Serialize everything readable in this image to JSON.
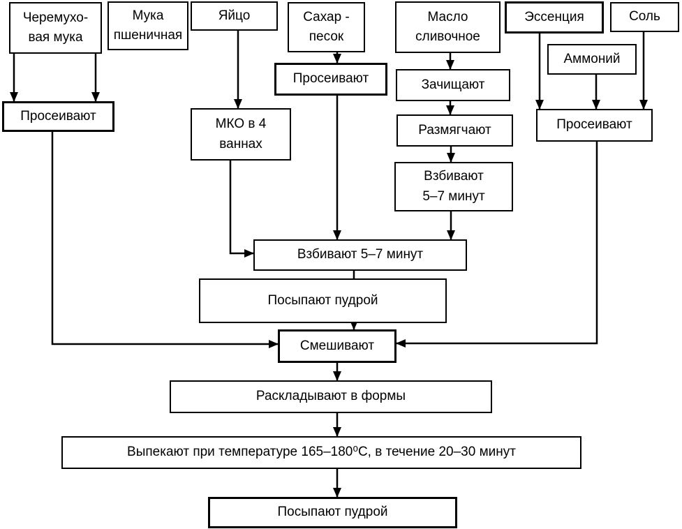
{
  "diagram": {
    "type": "flowchart",
    "background_color": "#ffffff",
    "line_color": "#000000",
    "text_color": "#000000",
    "nodes": {
      "cheremukha_flour": {
        "lines": [
          "Черемухо-",
          "вая мука"
        ]
      },
      "wheat_flour": {
        "lines": [
          "Мука",
          "пшеничная"
        ]
      },
      "egg": {
        "lines": [
          "Яйцо"
        ]
      },
      "sugar": {
        "lines": [
          "Сахар -",
          "песок"
        ]
      },
      "sugar_sift": {
        "lines": [
          "Просеивают"
        ]
      },
      "butter": {
        "lines": [
          "Масло",
          "сливочное"
        ]
      },
      "clean": {
        "lines": [
          "Зачищают"
        ]
      },
      "soften": {
        "lines": [
          "Размягчают"
        ]
      },
      "whip_butter": {
        "lines": [
          "Взбивают",
          "5–7 минут"
        ]
      },
      "essence": {
        "lines": [
          "Эссенция"
        ]
      },
      "salt": {
        "lines": [
          "Соль"
        ]
      },
      "ammonium": {
        "lines": [
          "Аммоний"
        ]
      },
      "dry_sift": {
        "lines": [
          "Просеивают"
        ]
      },
      "mko": {
        "lines": [
          "МКО в 4",
          "ваннах"
        ]
      },
      "flour_sift": {
        "lines": [
          "Просеивают"
        ]
      },
      "whip_main": {
        "lines": [
          "Взбивают 5–7 минут"
        ]
      },
      "powder_mid": {
        "lines": [
          "Посыпают пудрой"
        ]
      },
      "mix": {
        "lines": [
          "Смешивают"
        ]
      },
      "layout_forms": {
        "lines": [
          "Раскладывают в формы"
        ]
      },
      "bake": {
        "lines": [
          "Выпекают при температуре 165–180⁰С, в течение 20–30 минут"
        ]
      },
      "powder_final": {
        "lines": [
          "Посыпают пудрой"
        ]
      }
    },
    "edges": [
      {
        "from": "cheremukha_flour",
        "to": "flour_sift"
      },
      {
        "from": "cheremukha_flour",
        "to": "flour_sift"
      },
      {
        "from": "flour_sift",
        "to": "mix"
      },
      {
        "from": "egg",
        "to": "mko"
      },
      {
        "from": "mko",
        "to": "whip_main"
      },
      {
        "from": "sugar",
        "to": "sugar_sift"
      },
      {
        "from": "sugar_sift",
        "to": "whip_main"
      },
      {
        "from": "butter",
        "to": "clean"
      },
      {
        "from": "clean",
        "to": "soften"
      },
      {
        "from": "soften",
        "to": "whip_butter"
      },
      {
        "from": "whip_butter",
        "to": "whip_main"
      },
      {
        "from": "essence",
        "to": "dry_sift"
      },
      {
        "from": "ammonium",
        "to": "dry_sift"
      },
      {
        "from": "salt",
        "to": "dry_sift"
      },
      {
        "from": "dry_sift",
        "to": "mix"
      },
      {
        "from": "whip_main",
        "to": "powder_mid"
      },
      {
        "from": "powder_mid",
        "to": "mix"
      },
      {
        "from": "mix",
        "to": "layout_forms"
      },
      {
        "from": "layout_forms",
        "to": "bake"
      },
      {
        "from": "bake",
        "to": "powder_final"
      }
    ]
  }
}
